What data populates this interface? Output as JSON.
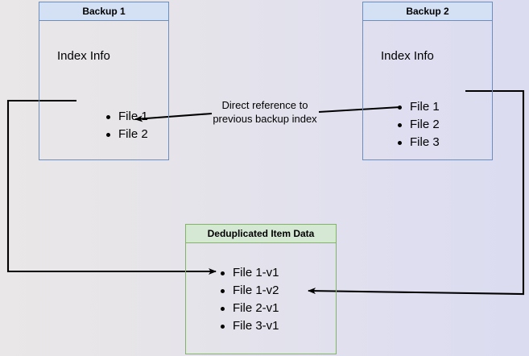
{
  "diagram": {
    "title": "Backup deduplication reference diagram",
    "background": {
      "gradient_from": "#e9e7e7",
      "gradient_to": "#dcdcf1"
    },
    "colors": {
      "blue_border": "#6c8ebf",
      "blue_header_fill": "#d4e1f5",
      "green_border": "#82b366",
      "green_header_fill": "#d5e8d4",
      "edge": "#000000"
    },
    "nodes": [
      {
        "id": "backup1",
        "header": "Backup 1",
        "section_title": "Index Info",
        "items": [
          "File 1",
          "File 2"
        ]
      },
      {
        "id": "backup2",
        "header": "Backup 2",
        "section_title": "Index Info",
        "items": [
          "File 1",
          "File 2",
          "File 3"
        ]
      },
      {
        "id": "dedup",
        "header": "Deduplicated Item Data",
        "items": [
          "File 1-v1",
          "File 1-v2",
          "File 2-v1",
          "File 3-v1"
        ]
      }
    ],
    "edges": [
      {
        "id": "direct-reference",
        "label_line1": "Direct reference to",
        "label_line2": "previous backup index",
        "from": "backup2.File 2",
        "to": "backup1.File 2"
      },
      {
        "id": "backup1-to-dedup",
        "from": "backup1.File 1",
        "to": "dedup.File 1-v1"
      },
      {
        "id": "backup2-to-dedup",
        "from": "backup2.File 1",
        "to": "dedup.File 1-v2"
      }
    ]
  }
}
